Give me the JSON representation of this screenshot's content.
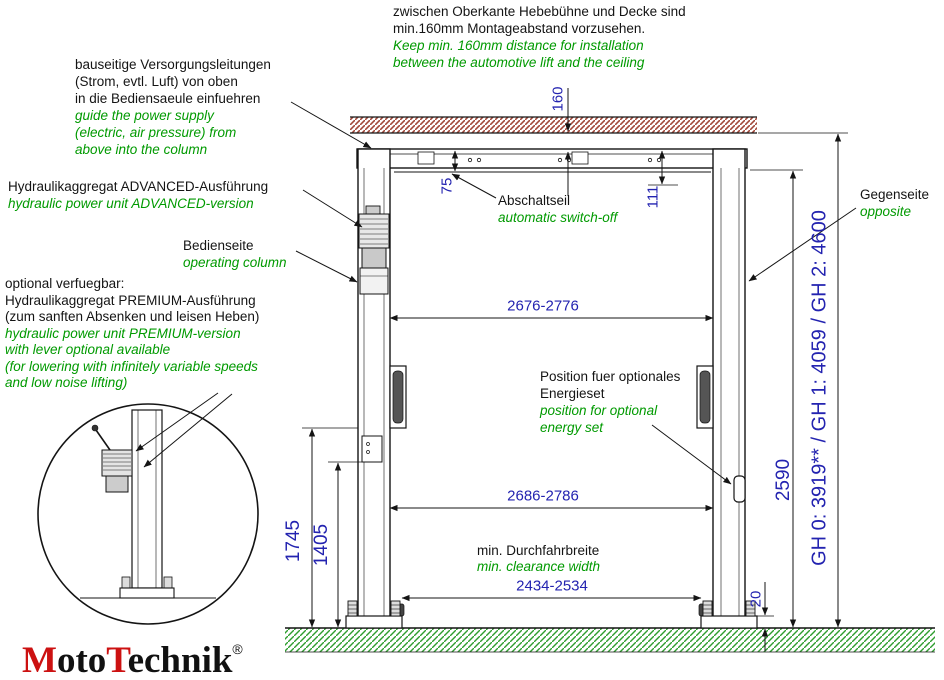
{
  "notes": {
    "ceiling": {
      "de": [
        "zwischen Oberkante Hebebühne und Decke sind",
        "min.160mm Montageabstand vorzusehen."
      ],
      "en": [
        "Keep min. 160mm distance for installation",
        "between the automotive lift and the ceiling"
      ]
    },
    "supply": {
      "de": [
        "bauseitige Versorgungsleitungen",
        "(Strom, evtl. Luft) von oben",
        "in die Bediensaeule einfuehren"
      ],
      "en": [
        "guide the power supply",
        "(electric, air pressure) from",
        "above into the column"
      ]
    },
    "advanced": {
      "de": [
        "Hydraulikaggregat ADVANCED-Ausführung"
      ],
      "en": [
        "hydraulic power unit ADVANCED-version"
      ]
    },
    "operating": {
      "de": [
        "Bedienseite"
      ],
      "en": [
        "operating column"
      ]
    },
    "premium": {
      "de": [
        "optional verfuegbar:",
        "Hydraulikaggregat PREMIUM-Ausführung",
        "(zum sanften Absenken und leisen Heben)"
      ],
      "en": [
        "hydraulic power unit PREMIUM-version",
        "with lever optional available",
        "(for lowering with infinitely variable speeds",
        "and low noise lifting)"
      ]
    },
    "switchoff": {
      "de": [
        "Abschaltseil"
      ],
      "en": [
        "automatic switch-off"
      ]
    },
    "opposite": {
      "de": [
        "Gegenseite"
      ],
      "en": [
        "opposite"
      ]
    },
    "energyset": {
      "de": [
        "Position fuer optionales",
        "Energieset"
      ],
      "en": [
        "position for optional",
        "energy set"
      ]
    },
    "clearance": {
      "de": [
        "min. Durchfahrbreite"
      ],
      "en": [
        "min. clearance width"
      ]
    }
  },
  "dimensions": {
    "ceiling_gap": "160",
    "beam_offset_75": "75",
    "beam_offset_111": "111",
    "width_top": "2676-2776",
    "width_mid": "2686-2786",
    "drive_width": "2434-2534",
    "height_1745": "1745",
    "height_1405": "1405",
    "height_2590": "2590",
    "baseplate_20": "20",
    "overall_heights": "GH 0: 3919** / GH 1: 4059 / GH 2: 4600"
  },
  "logo": {
    "m": "M",
    "oto": "oto",
    "t": "T",
    "echnik": "echnik",
    "reg": "®"
  },
  "colors": {
    "green": "#009a00",
    "blue": "#2323b0",
    "ceiling_hatch": "#a2493b",
    "floor_hatch": "#2f9e2f",
    "logo_red": "#cc1111"
  }
}
